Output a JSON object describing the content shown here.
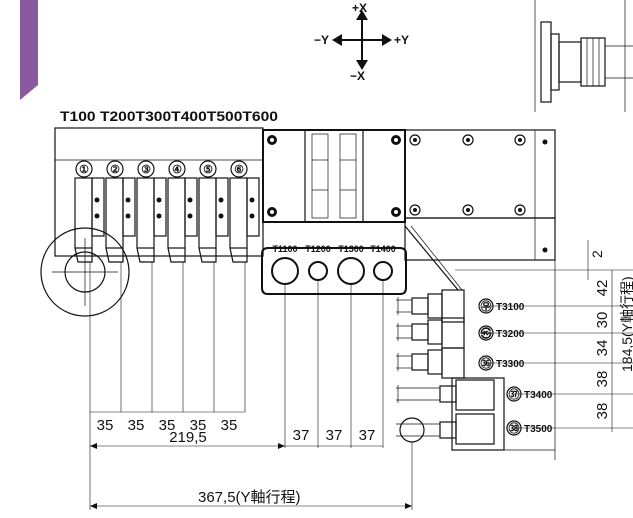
{
  "colors": {
    "accent": "#8a5aa0",
    "line": "#111111",
    "background": "#ffffff"
  },
  "axes": {
    "plus_x": "+X",
    "minus_x": "−X",
    "plus_y": "+Y",
    "minus_y": "−Y"
  },
  "turret_header": "T100 T200T300T400T500T600",
  "tool_numbers": [
    "①",
    "②",
    "③",
    "④",
    "⑤",
    "⑥"
  ],
  "drill_labels": [
    "T1100",
    "T1200",
    "T1300",
    "T1400"
  ],
  "side_tools": [
    {
      "num": "㉾",
      "label": "T3100"
    },
    {
      "num": "㉿",
      "label": "T3200"
    },
    {
      "num": "㊱",
      "label": "T3300"
    },
    {
      "num": "㊲",
      "label": "T3400"
    },
    {
      "num": "㊳",
      "label": "T3500"
    }
  ],
  "spacing_dims": [
    "35",
    "35",
    "35",
    "35",
    "35"
  ],
  "drill_dims": [
    "37",
    "37",
    "37"
  ],
  "dim_219": "219,5",
  "dim_367": "367,5(Y軸行程)",
  "dim_2": "2",
  "vertical_dims": [
    "42",
    "30",
    "34",
    "38",
    "38"
  ],
  "dim_184": "184,5(Y軸行程)"
}
